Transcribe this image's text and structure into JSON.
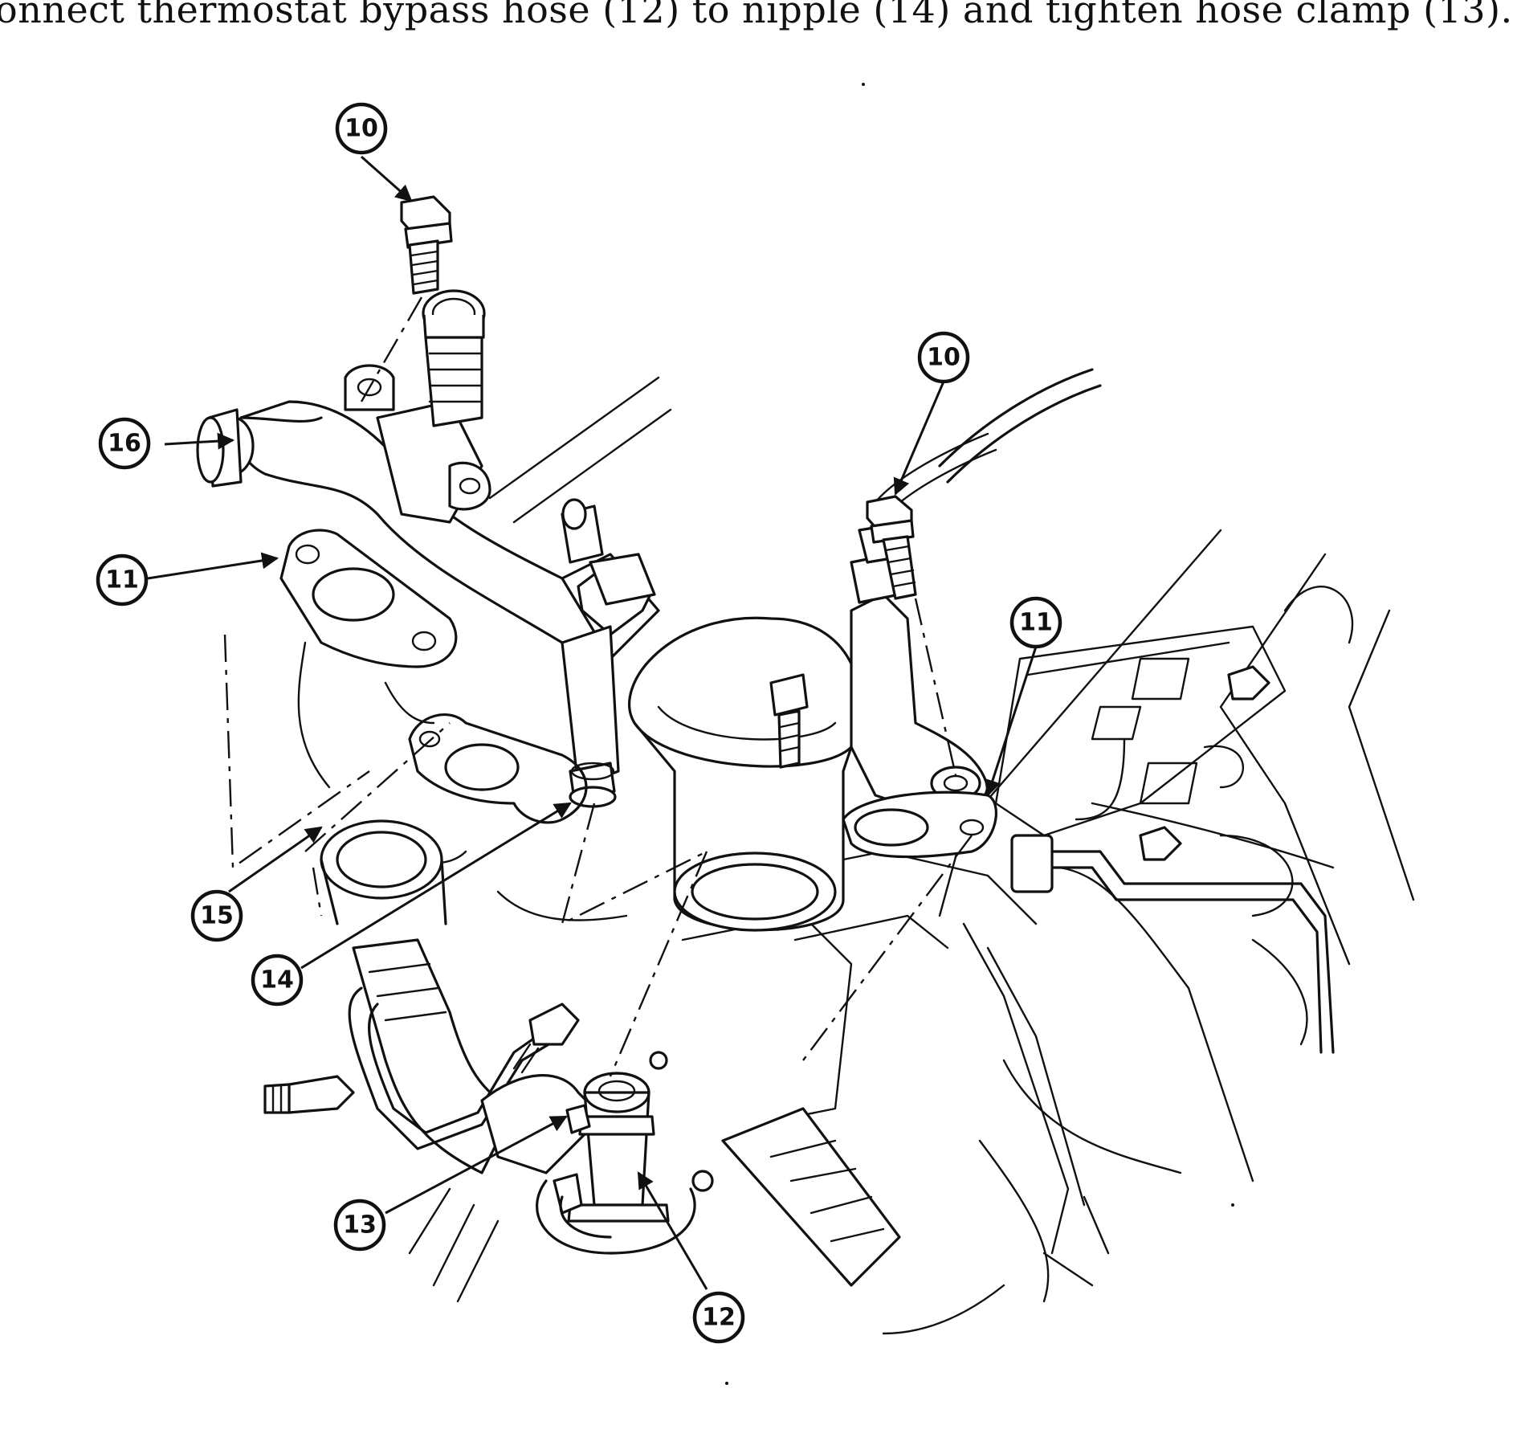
{
  "caption": "onnect thermostat bypass hose (12) to nipple (14) and tighten hose clamp (13).",
  "callouts": {
    "c10a": "10",
    "c10b": "10",
    "c11a": "11",
    "c11b": "11",
    "c12": "12",
    "c13": "13",
    "c14": "14",
    "c15": "15",
    "c16": "16"
  }
}
